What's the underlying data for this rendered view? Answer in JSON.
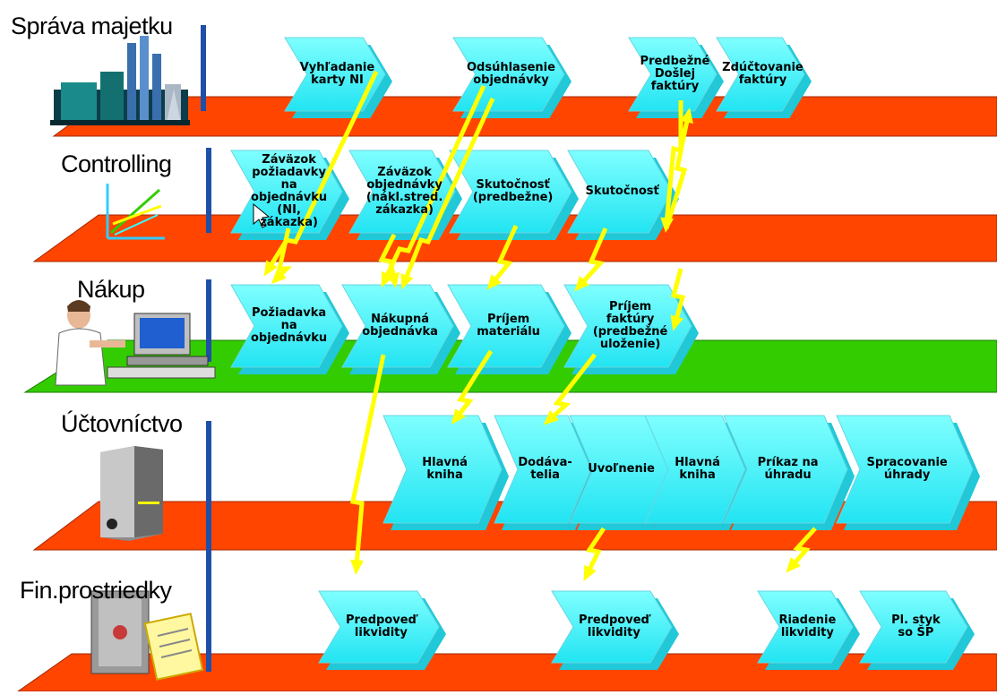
{
  "lanes": [
    {
      "title": "Správa majetku",
      "icon": "industrial-plant-icon"
    },
    {
      "title": "Controlling",
      "icon": "chart-axes-icon"
    },
    {
      "title": "Nákup",
      "icon": "person-at-computer-icon"
    },
    {
      "title": "Účtovníctvo",
      "icon": "document-binder-icon"
    },
    {
      "title": "Fin.prostriedky",
      "icon": "safe-with-certificate-icon"
    }
  ],
  "steps": {
    "sprava": [
      "Vyhľadanie\nkarty NI",
      "Odsúhlasenie\nobjednávky",
      "Predbežné\nDošlej faktúry",
      "Zdúčtovanie\nfaktúry"
    ],
    "controlling": [
      "Záväzok\npožiadavky na\nobjednávku\n(NI, zákazka)",
      "Záväzok\nobjednávky\n(nákl.stred.\nzákazka)",
      "Skutočnosť\n(predbežne)",
      "Skutočnosť"
    ],
    "nakup": [
      "Požiadavka na\nobjednávku",
      "Nákupná\nobjednávka",
      "Príjem\nmateriálu",
      "Príjem\nfaktúry\n(predbežné\nuloženie)"
    ],
    "uctovnictvo": [
      "Hlavná\nkniha",
      "Dodáva-\ntelia",
      "Uvoľnenie",
      "Hlavná\nkniha",
      "Príkaz na\núhradu",
      "Spracovanie\núhrady"
    ],
    "fin": [
      "Predpoveď\nlikvidity",
      "Predpoveď\nlikvidity",
      "Riadenie\nlikvidity",
      "Pl. styk\nso ŠP"
    ]
  },
  "colors": {
    "lane": "#ff4500",
    "lane_highlight": "#33cc00",
    "chevron": "#33ffff",
    "chevron_shade": "#20c8d8",
    "lightning": "#ffff00",
    "divider": "#1f4fa8"
  }
}
